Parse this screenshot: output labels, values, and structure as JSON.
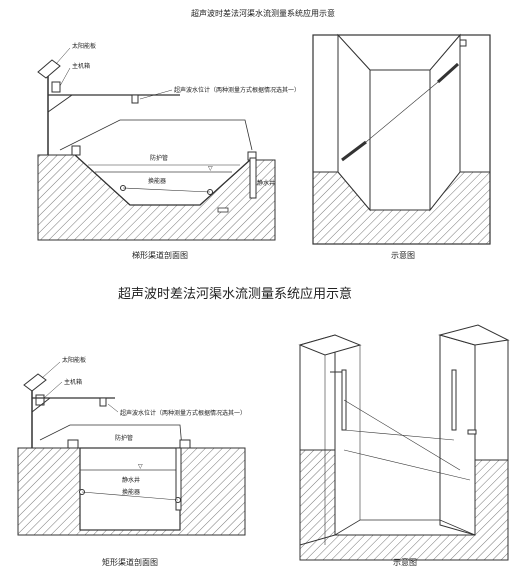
{
  "titles": {
    "top": "超声波时差法河渠水流测量系统应用示意",
    "middle": "超声波时差法河渠水流测量系统应用示意"
  },
  "trapezoid_section": {
    "caption": "梯形渠道剖面图",
    "solar_panel": "太阳能板",
    "host_box": "主机箱",
    "level_meter": "超声波水位计（两种测量方式根据情况选其一）",
    "guard_pipe": "防护管",
    "transducer": "换能器",
    "still_well": "静水井"
  },
  "trapezoid_3d": {
    "caption": "示意图"
  },
  "rect_section": {
    "caption": "矩形渠道剖面图",
    "solar_panel": "太阳能板",
    "host_box": "主机箱",
    "level_meter": "超声波水位计（两种测量方式根据情况选其一）",
    "guard_pipe": "防护管",
    "still_well": "静水井",
    "transducer": "换能器"
  },
  "rect_3d": {
    "caption": "示意图"
  }
}
